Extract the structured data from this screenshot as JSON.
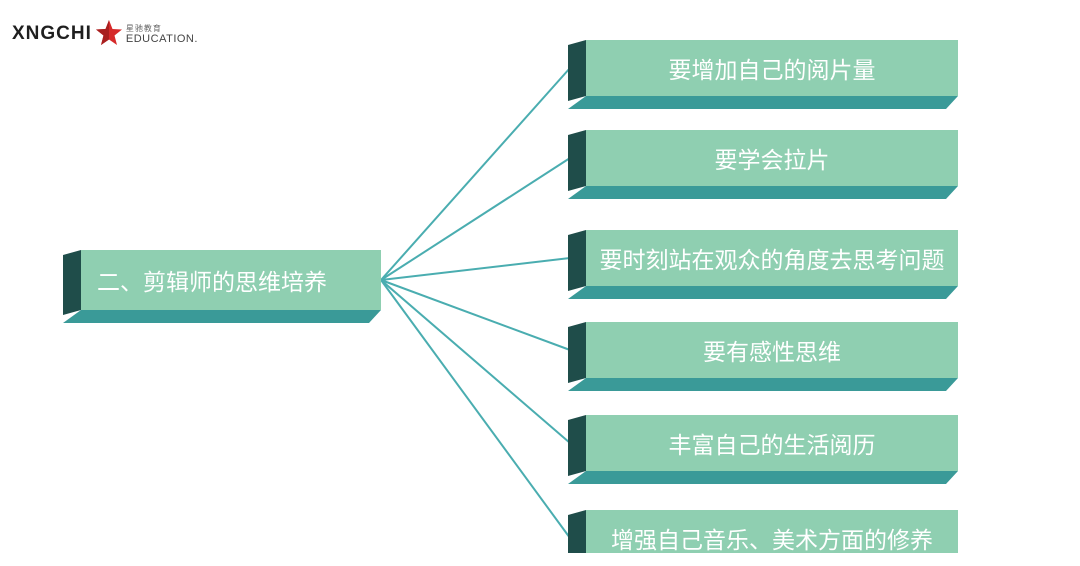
{
  "logo": {
    "brand": "XNGCHI",
    "cn": "星驰教育",
    "education": "EDUCATION."
  },
  "diagram": {
    "root": {
      "label": "二、剪辑师的思维培养"
    },
    "branches": [
      {
        "label": "要增加自己的阅片量"
      },
      {
        "label": "要学会拉片"
      },
      {
        "label": "要时刻站在观众的角度去思考问题"
      },
      {
        "label": "要有感性思维"
      },
      {
        "label": "丰富自己的生活阅历"
      },
      {
        "label": "增强自己音乐、美术方面的修养"
      }
    ]
  },
  "colors": {
    "front": "#8fcfb1",
    "side": "#1f4d4a",
    "bottom": "#3a9a98",
    "connector": "#4aadb0"
  }
}
